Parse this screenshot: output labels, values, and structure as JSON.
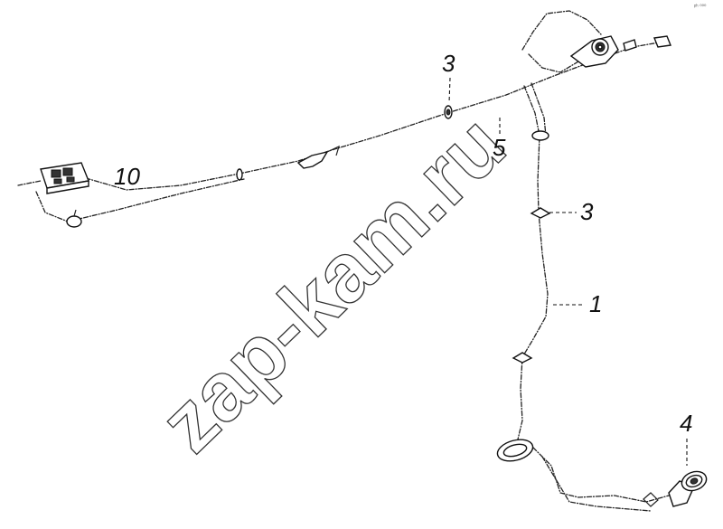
{
  "watermark": "zap-kam.ru",
  "corner_mark": "ᵖʰ ⁰⁰⁰",
  "callouts": {
    "part_1": "1",
    "part_3_top": "3",
    "part_3_mid": "3",
    "part_4": "4",
    "part_5": "5",
    "part_10": "10"
  }
}
